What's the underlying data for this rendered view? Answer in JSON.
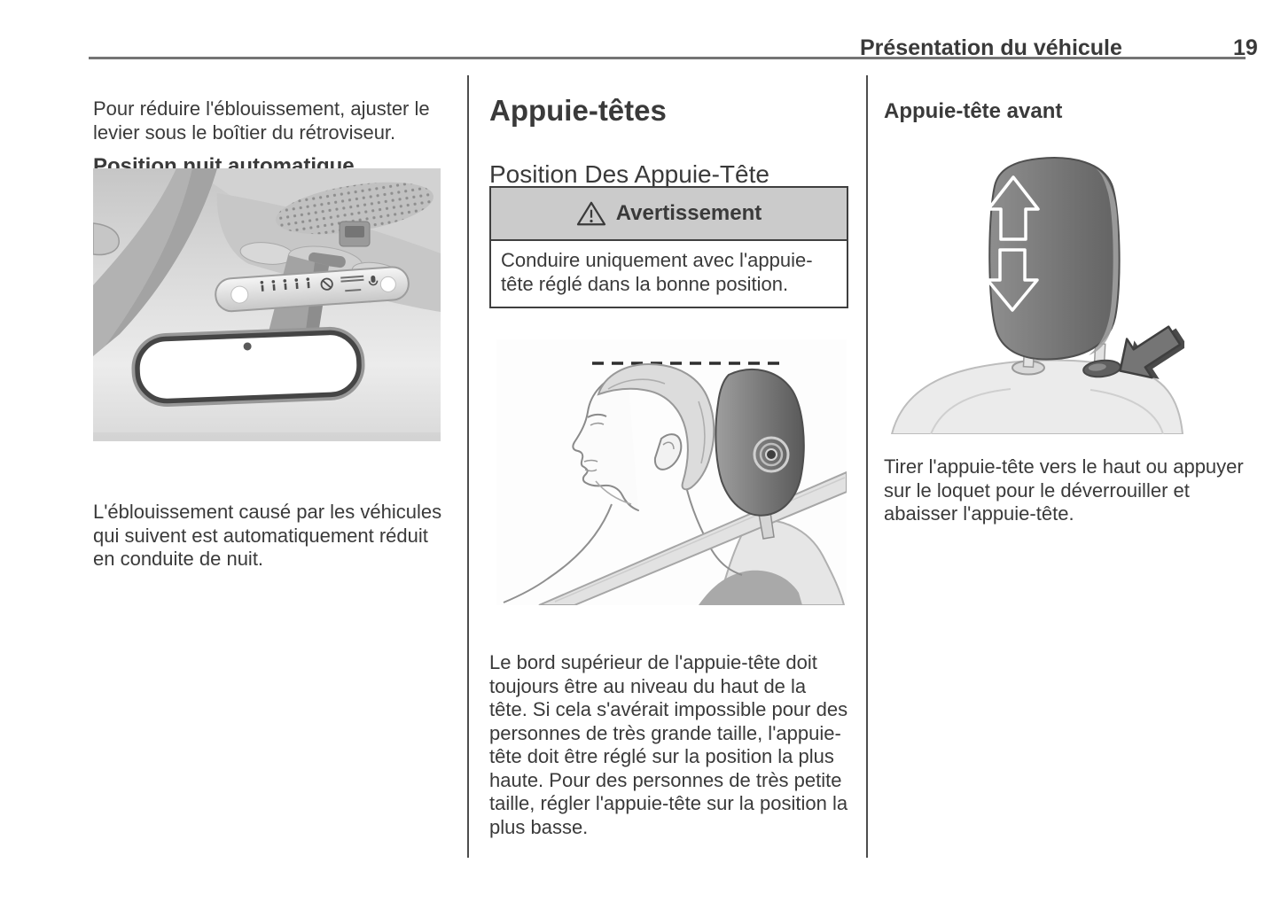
{
  "header": {
    "section_title": "Présentation du véhicule",
    "page_number": "19"
  },
  "left_column": {
    "intro": "Pour réduire l'éblouissement, ajuster le levier sous le boîtier du rétroviseur.",
    "heading": "Position nuit automatique",
    "body": "L'éblouissement causé par les véhicules qui suivent est automatiquement réduit en conduite de nuit."
  },
  "middle_column": {
    "title": "Appuie-têtes",
    "subtitle": "Position Des Appuie-Tête",
    "warning_box": {
      "title": "Avertissement",
      "body": "Conduire uniquement avec l'appuie-tête réglé dans la bonne position."
    },
    "body": "Le bord supérieur de l'appuie-tête doit toujours être au niveau du haut de la tête. Si cela s'avérait impossible pour des personnes de très grande taille, l'appuie-tête doit être réglé sur la position la plus haute. Pour des personnes de très petite taille, régler l'appuie-tête sur la position la plus basse."
  },
  "right_column": {
    "heading": "Appuie-tête avant",
    "body": "Tirer l'appuie-tête vers le haut ou appuyer sur le loquet pour le déverrouiller et abaisser l'appuie-tête."
  },
  "colors": {
    "text": "#3a3a3a",
    "header_rule": "#747474",
    "column_divider": "#4d4d4d",
    "warning_header_bg": "#cbcbcb",
    "warning_border": "#3f3f3f",
    "illustration_dark_gray": "#6a6a6a",
    "illustration_light_gray": "#e6e6e6"
  }
}
